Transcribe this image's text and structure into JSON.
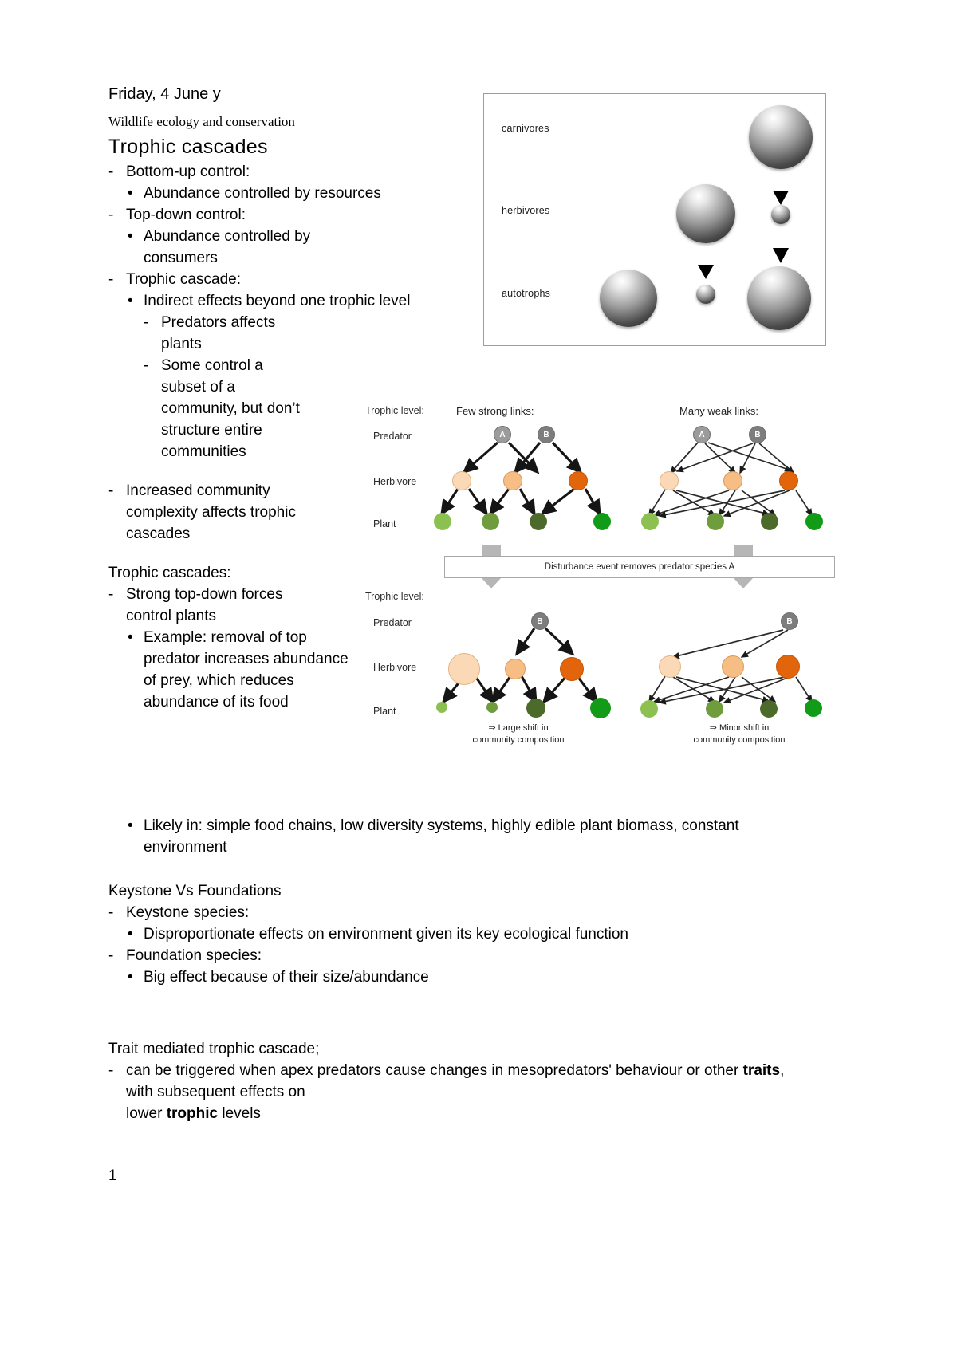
{
  "document": {
    "date_line": "Friday, 4 June y",
    "course": "Wildlife ecology and conservation",
    "heading": "Trophic cascades",
    "page_number": "1"
  },
  "notes": {
    "items": [
      {
        "marker": "-",
        "text": "Bottom-up control:"
      },
      {
        "marker": "•",
        "text": "Abundance controlled by resources"
      },
      {
        "marker": "-",
        "text": "Top-down control:"
      },
      {
        "marker": "•",
        "text": "Abundance controlled by consumers"
      },
      {
        "marker": "-",
        "text": "Trophic cascade:"
      },
      {
        "marker": "•",
        "text": "Indirect effects beyond one trophic level"
      },
      {
        "marker": "-",
        "text": "Predators affects plants"
      },
      {
        "marker": "-",
        "text": "Some control a subset of a community, but don’t structure entire communities"
      },
      {
        "marker": "-",
        "text": "Increased community complexity affects trophic cascades"
      }
    ],
    "section2_title": "Trophic cascades:",
    "section2_items": [
      {
        "marker": "-",
        "text": "Strong top-down forces control plants"
      },
      {
        "marker": "•",
        "text": "Example: removal of top predator increases abundance of prey, which reduces abundance of its food"
      },
      {
        "marker": "•",
        "text": "Likely in: simple food chains, low diversity systems, highly edible plant biomass, constant environment"
      }
    ],
    "section3_title": "Keystone Vs Foundations",
    "section3_items": [
      {
        "marker": "-",
        "text": "Keystone species:"
      },
      {
        "marker": "•",
        "text": "Disproportionate effects on environment given its key ecological function"
      },
      {
        "marker": "-",
        "text": "Foundation species:"
      },
      {
        "marker": "•",
        "text": "Big effect because of their size/abundance"
      }
    ],
    "section4_title": "Trait mediated trophic cascade;",
    "section4_line1_pre": "can be triggered when apex predators cause changes in mesopredators' behaviour or other ",
    "section4_bold1": "traits",
    "section4_line1_post": ", with subsequent effects on",
    "section4_line2_pre": "lower ",
    "section4_bold2": "trophic",
    "section4_line2_post": " levels",
    "section4_marker": "-"
  },
  "figure1": {
    "labels": [
      "carnivores",
      "herbivores",
      "autotrophs"
    ],
    "columns": [
      {
        "name": "column-1-control",
        "carnivore": null,
        "herbivore": null,
        "autotroph": "large"
      },
      {
        "name": "column-2-herbivore-effect",
        "carnivore": null,
        "herbivore": "large",
        "autotroph": "small"
      },
      {
        "name": "column-3-carnivore-effect",
        "carnivore": "large",
        "herbivore": "small",
        "autotroph": "large"
      }
    ],
    "arrows": [
      "herbivore-to-autotroph",
      "carnivore-to-herbivore",
      "herbivore-to-autotroph-right"
    ]
  },
  "figure2": {
    "trophic_level_label_top": "Trophic level:",
    "trophic_level_label_bottom": "Trophic level:",
    "levels": [
      "Predator",
      "Herbivore",
      "Plant"
    ],
    "panel_left_title": "Few strong links:",
    "panel_right_title": "Many weak links:",
    "predator_labels": [
      "A",
      "B"
    ],
    "disturbance_text": "Disturbance event removes predator species A",
    "caption_left": "⇒ Large shift in\ncommunity composition",
    "caption_right": "⇒ Minor shift in\ncommunity composition",
    "colors": {
      "predator_a": "#9b9b9b",
      "predator_b": "#7d7d7d",
      "herbivore_pale": "#fbd9b6",
      "herbivore_mid": "#f6bd85",
      "herbivore_dark": "#e2650c",
      "plant_light": "#8cc152",
      "plant_mid": "#6f9c3d",
      "plant_dark": "#4c6b2b",
      "plant_bright": "#119b17"
    }
  },
  "chart_data": {
    "type": "diagram",
    "title": "Trophic cascade food-web complexity",
    "panels": [
      {
        "name": "few-strong-links-before",
        "predators": [
          "A",
          "B"
        ],
        "herbivores": 3,
        "plants": 4,
        "link_count": 11
      },
      {
        "name": "many-weak-links-before",
        "predators": [
          "A",
          "B"
        ],
        "herbivores": 3,
        "plants": 4,
        "link_count": 18
      },
      {
        "name": "few-strong-links-after",
        "predators": [
          "B"
        ],
        "herbivores": 3,
        "plants": 4,
        "note": "Large shift in community composition"
      },
      {
        "name": "many-weak-links-after",
        "predators": [
          "B"
        ],
        "herbivores": 3,
        "plants": 4,
        "note": "Minor shift in community composition"
      }
    ]
  }
}
